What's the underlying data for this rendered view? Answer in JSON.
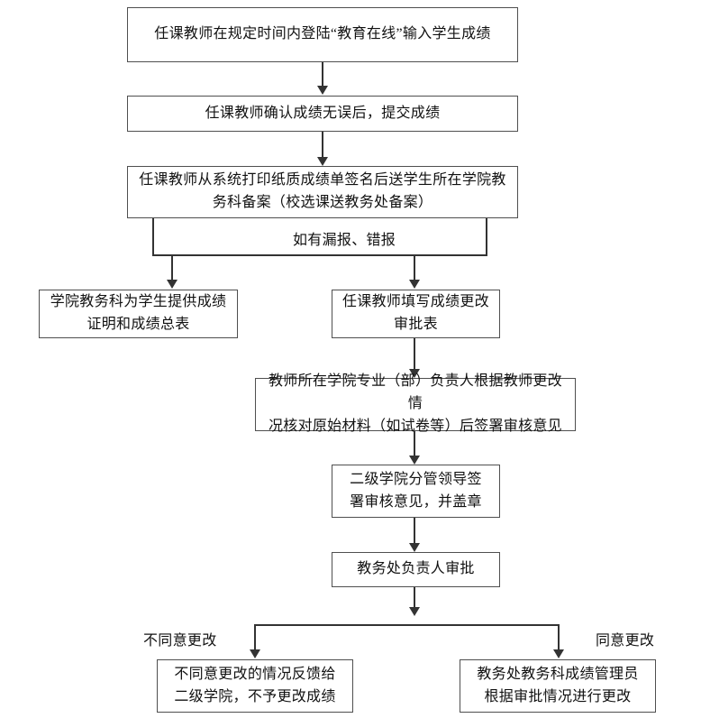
{
  "diagram": {
    "title": "成绩录入与成绩更改流程图",
    "background_color": "#ffffff",
    "box_border_color": "#4f4f4f",
    "line_color": "#333333",
    "text_color": "#111111"
  },
  "nodes": {
    "n1": {
      "text": "任课教师在规定时间内登陆“教育在线”输入学生成绩"
    },
    "n2": {
      "text": "任课教师确认成绩无误后，提交成绩"
    },
    "n3": {
      "text": "任课教师从系统打印纸质成绩单签名后送学生所在学院教\n务科备案（校选课送教务处备案）"
    },
    "n4": {
      "text": "学院教务科为学生提供成绩\n证明和成绩总表"
    },
    "n5": {
      "text": "任课教师填写成绩更改\n审批表"
    },
    "n6": {
      "text": "教师所在学院专业（部）负责人根据教师更改情\n况核对原始材料（如试卷等）后签署审核意见"
    },
    "n7": {
      "text": "二级学院分管领导签\n署审核意见，并盖章"
    },
    "n8": {
      "text": "教务处负责人审批"
    },
    "n9": {
      "text": "不同意更改的情况反馈给\n二级学院，不予更改成绩"
    },
    "n10": {
      "text": "教务处教务科成绩管理员\n根据审批情况进行更改"
    }
  },
  "edge_labels": {
    "e_missing_report": "如有漏报、错报",
    "e_reject": "不同意更改",
    "e_approve": "同意更改"
  }
}
